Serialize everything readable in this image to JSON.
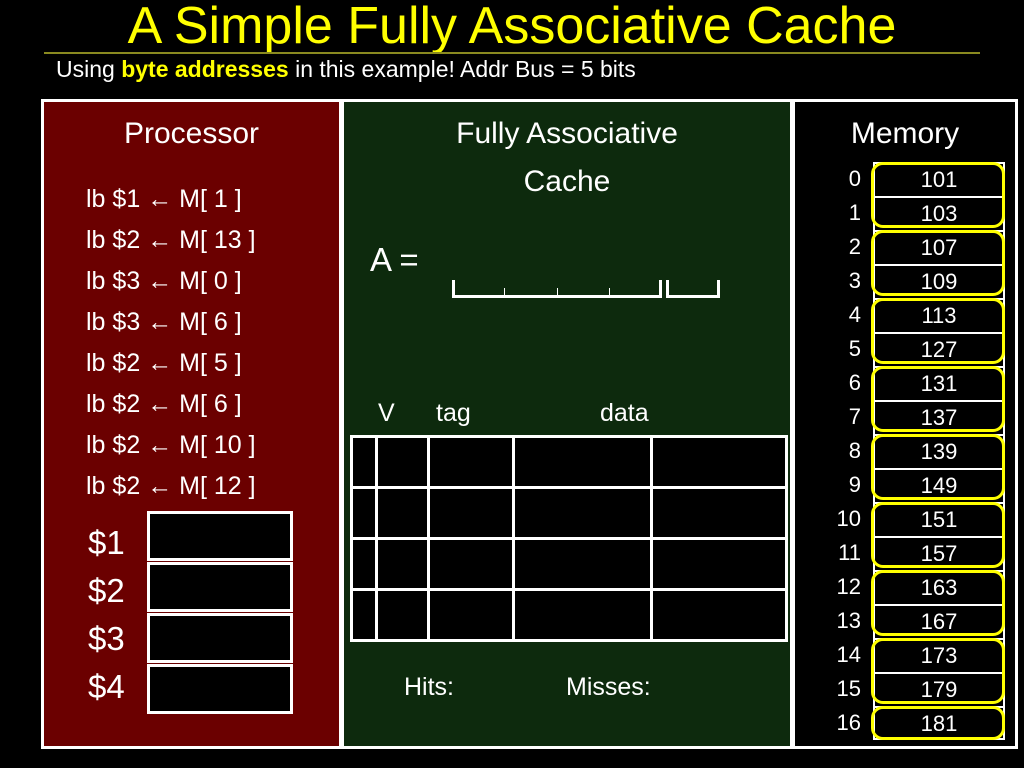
{
  "slide": {
    "title": "A Simple Fully Associative Cache",
    "subtitle_pre": "Using ",
    "subtitle_hl": "byte addresses",
    "subtitle_post": " in this example! Addr Bus = 5 bits"
  },
  "processor": {
    "heading": "Processor",
    "instructions": [
      {
        "op": "lb",
        "reg": "$1",
        "arrow": "←",
        "addr": "M[ 1 ]"
      },
      {
        "op": "lb",
        "reg": "$2",
        "arrow": "←",
        "addr": "M[ 13 ]"
      },
      {
        "op": "lb",
        "reg": "$3",
        "arrow": "←",
        "addr": "M[ 0 ]"
      },
      {
        "op": "lb",
        "reg": "$3",
        "arrow": "←",
        "addr": "M[ 6 ]"
      },
      {
        "op": "lb",
        "reg": "$2",
        "arrow": "←",
        "addr": "M[ 5 ]"
      },
      {
        "op": "lb",
        "reg": "$2",
        "arrow": "←",
        "addr": "M[ 6 ]"
      },
      {
        "op": "lb",
        "reg": "$2",
        "arrow": "←",
        "addr": "M[ 10 ]"
      },
      {
        "op": "lb",
        "reg": "$2",
        "arrow": "←",
        "addr": "M[ 12 ]"
      }
    ],
    "registers": [
      "$1",
      "$2",
      "$3",
      "$4"
    ]
  },
  "cache": {
    "heading": "Fully Associative\nCache",
    "address_label": "A =",
    "col_v": "V",
    "col_tag": "tag",
    "col_data": "data",
    "hits_label": "Hits:",
    "misses_label": "Misses:"
  },
  "memory": {
    "heading": "Memory",
    "rows": [
      {
        "addr": "0",
        "value": "101"
      },
      {
        "addr": "1",
        "value": "103"
      },
      {
        "addr": "2",
        "value": "107"
      },
      {
        "addr": "3",
        "value": "109"
      },
      {
        "addr": "4",
        "value": "113"
      },
      {
        "addr": "5",
        "value": "127"
      },
      {
        "addr": "6",
        "value": "131"
      },
      {
        "addr": "7",
        "value": "137"
      },
      {
        "addr": "8",
        "value": "139"
      },
      {
        "addr": "9",
        "value": "149"
      },
      {
        "addr": "10",
        "value": "151"
      },
      {
        "addr": "11",
        "value": "157"
      },
      {
        "addr": "12",
        "value": "163"
      },
      {
        "addr": "13",
        "value": "167"
      },
      {
        "addr": "14",
        "value": "173"
      },
      {
        "addr": "15",
        "value": "179"
      },
      {
        "addr": "16",
        "value": "181"
      }
    ]
  },
  "colors": {
    "title": "#ffff00",
    "processor_bg": "#6b0000",
    "cache_bg": "#0d2a0d",
    "block_ring": "#ffff00"
  }
}
